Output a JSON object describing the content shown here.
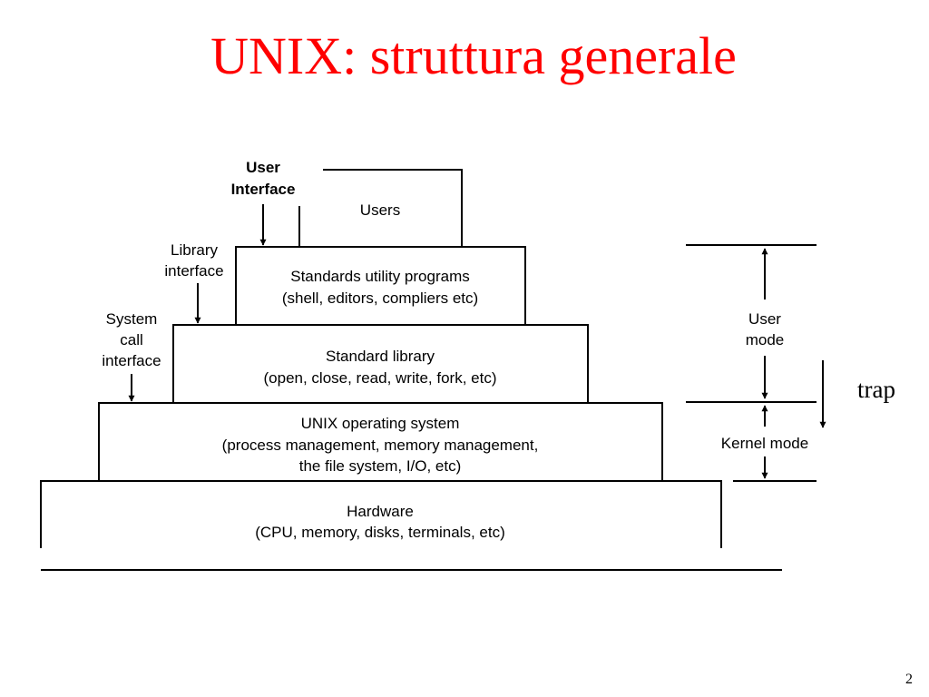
{
  "slide": {
    "title": "UNIX: struttura generale",
    "page_number": "2"
  },
  "layers": [
    {
      "line1": "Users",
      "line2": "",
      "line3": ""
    },
    {
      "line1": "Standards utility programs",
      "line2": "(shell, editors, compliers etc)",
      "line3": ""
    },
    {
      "line1": "Standard library",
      "line2": "(open, close, read, write, fork, etc)",
      "line3": ""
    },
    {
      "line1": "UNIX operating system",
      "line2": "(process management, memory management,",
      "line3": "the file system, I/O, etc)"
    },
    {
      "line1": "Hardware",
      "line2": "(CPU, memory, disks, terminals, etc)",
      "line3": ""
    }
  ],
  "interfaces": {
    "user_interface": {
      "line1": "User",
      "line2": "Interface"
    },
    "library_interface": {
      "line1": "Library",
      "line2": "interface"
    },
    "system_call_interface": {
      "line1": "System",
      "line2": "call",
      "line3": "interface"
    }
  },
  "modes": {
    "user_mode": {
      "line1": "User",
      "line2": "mode"
    },
    "kernel_mode": "Kernel mode",
    "trap": "trap"
  }
}
